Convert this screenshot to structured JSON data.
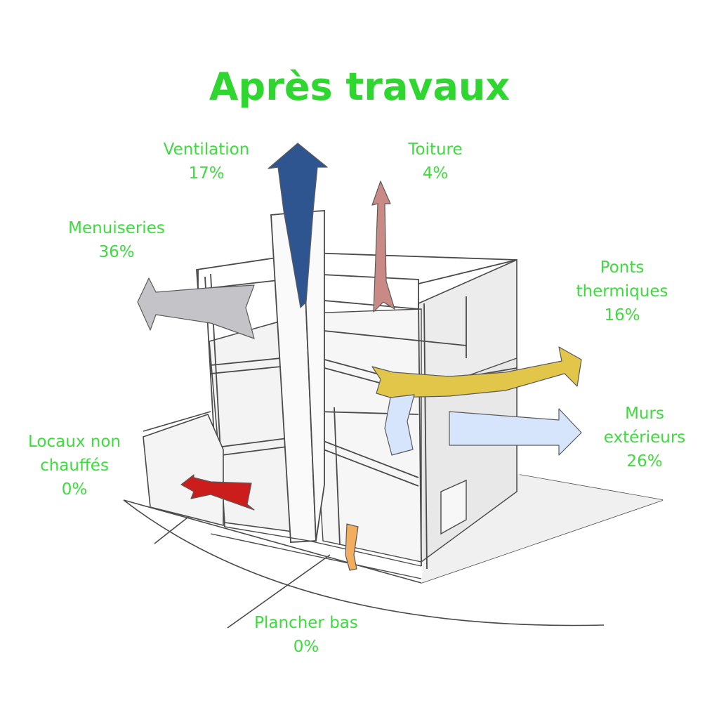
{
  "title": "Après travaux",
  "colors": {
    "label_green": "#3ddc3d",
    "title_green": "#2fd62f",
    "sketch_line": "#4a4a4a",
    "wall_fill": "#ededed"
  },
  "losses": [
    {
      "key": "ventilation",
      "label": [
        "Ventilation"
      ],
      "percent": "17%",
      "arrow_color": "#2f5590",
      "value": 17
    },
    {
      "key": "toiture",
      "label": [
        "Toiture"
      ],
      "percent": "4%",
      "arrow_color": "#c98a86",
      "value": 4
    },
    {
      "key": "menuiseries",
      "label": [
        "Menuiseries"
      ],
      "percent": "36%",
      "arrow_color": "#c4c4c8",
      "value": 36
    },
    {
      "key": "ponts",
      "label": [
        "Ponts",
        "thermiques"
      ],
      "percent": "16%",
      "arrow_color": "#e2c64a",
      "value": 16
    },
    {
      "key": "murs",
      "label": [
        "Murs",
        "extérieurs"
      ],
      "percent": "26%",
      "arrow_color": "#d6e5fb",
      "value": 26
    },
    {
      "key": "locaux",
      "label": [
        "Locaux non",
        "chauffés"
      ],
      "percent": "0%",
      "arrow_color": "#cc1d1d",
      "value": 0
    },
    {
      "key": "plancher",
      "label": [
        "Plancher bas"
      ],
      "percent": "0%",
      "arrow_color": "#f2ad5e",
      "value": 0
    }
  ]
}
